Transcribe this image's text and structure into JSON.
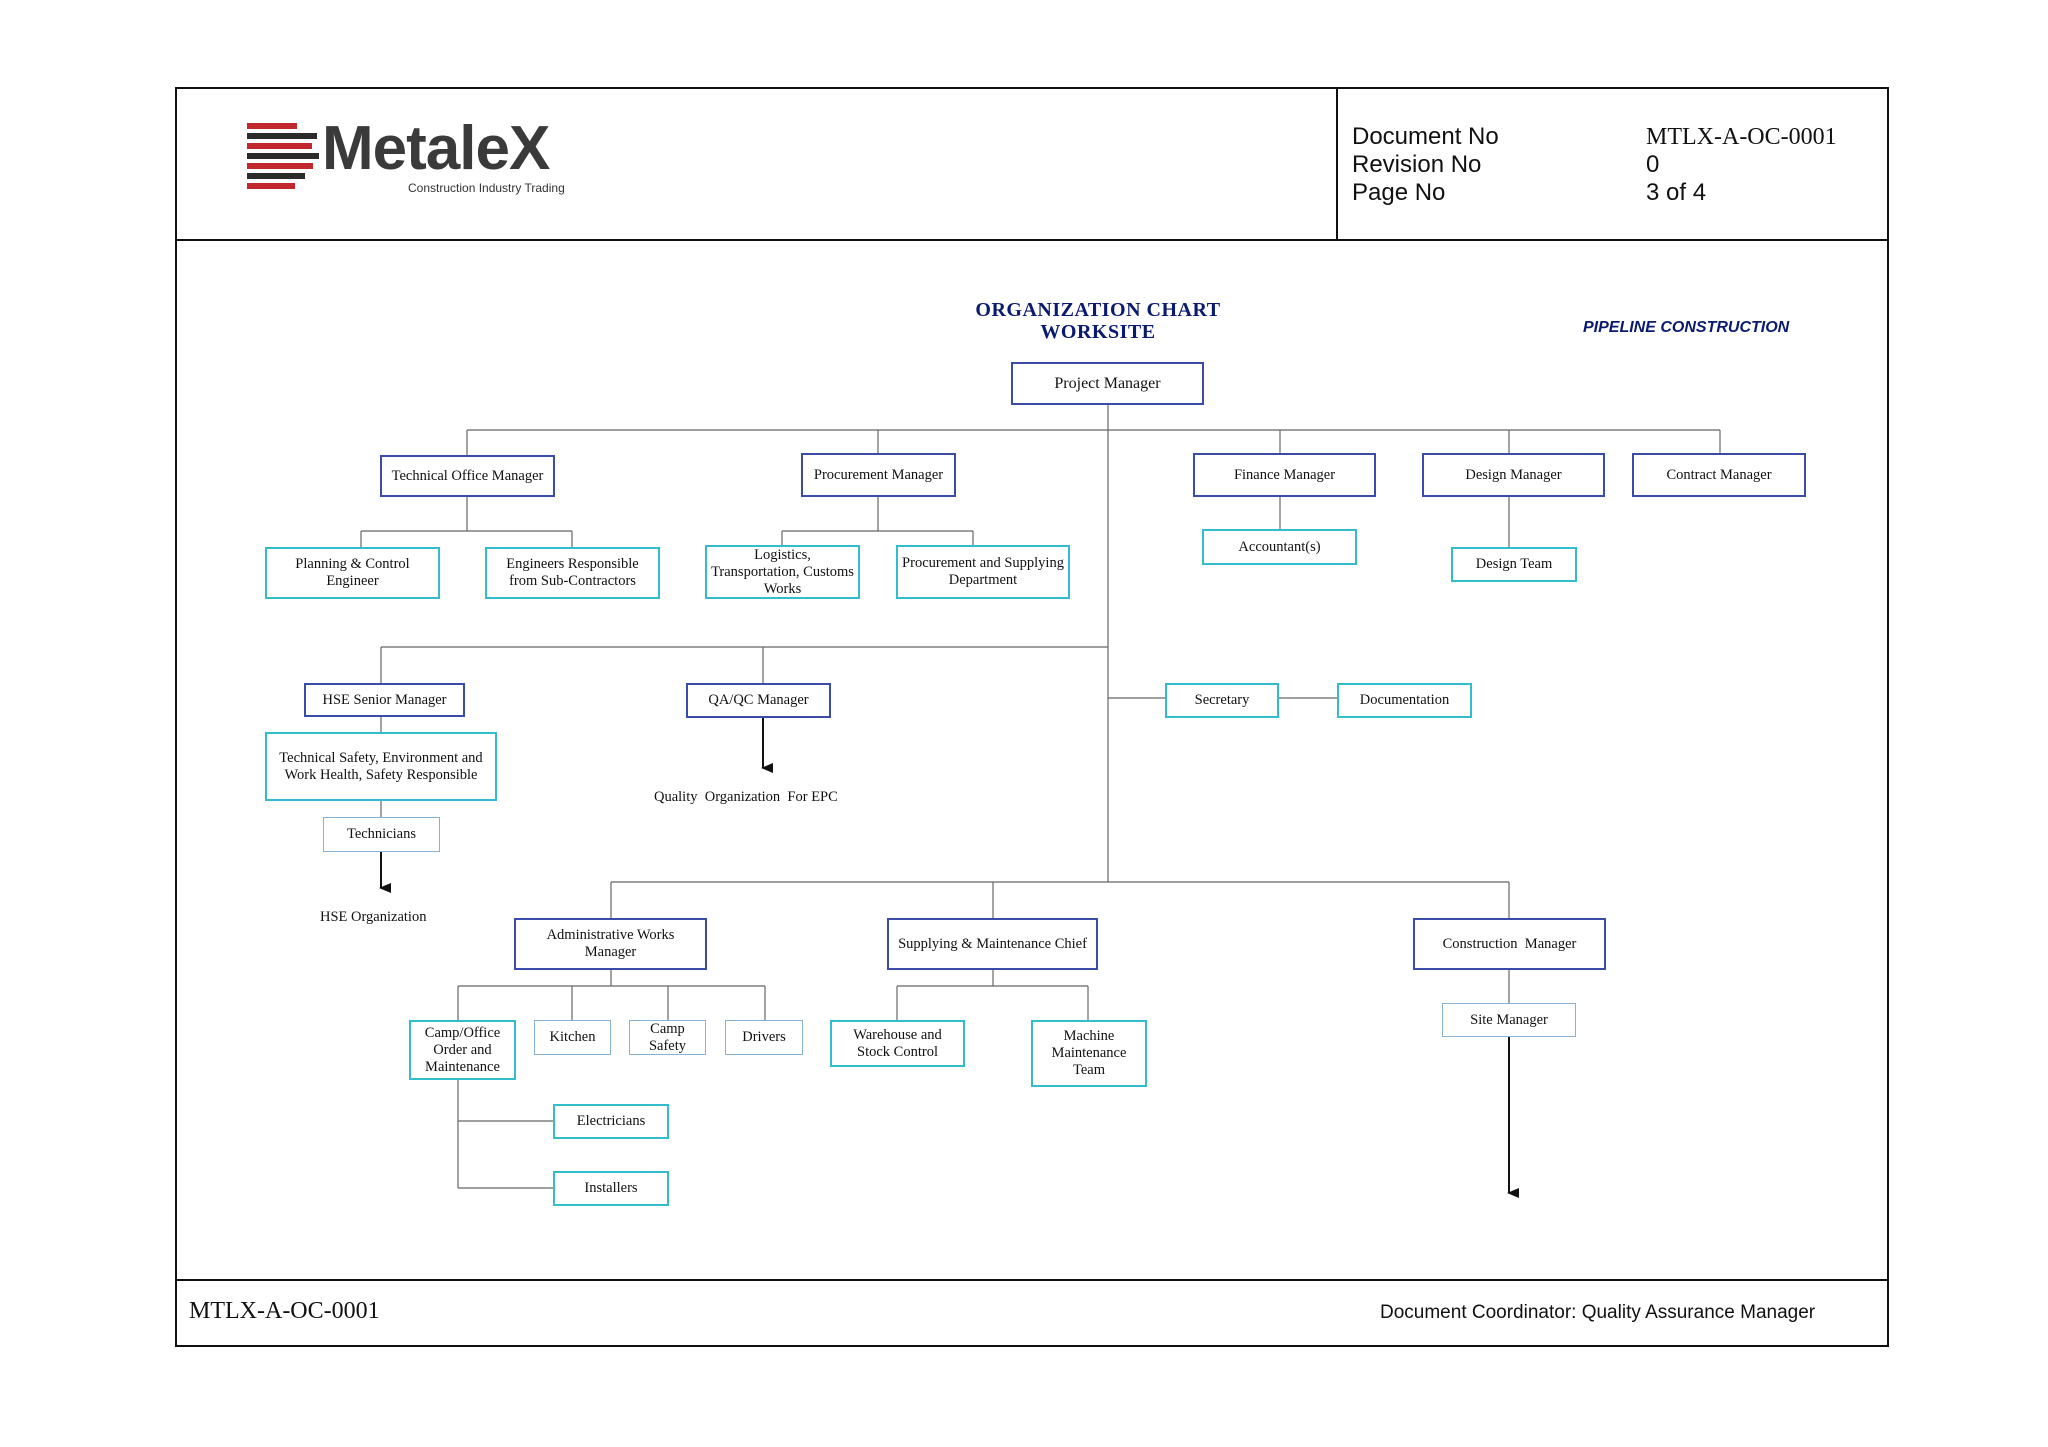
{
  "header": {
    "logo_text": "MetaleX",
    "logo_tagline": "Construction Industry Trading",
    "document_no_label": "Document No",
    "document_no_value": "MTLX-A-OC-0001",
    "revision_no_label": "Revision No",
    "revision_no_value": "0",
    "page_no_label": "Page No",
    "page_no_value": "3 of 4"
  },
  "chart": {
    "title_line1": "ORGANIZATION CHART",
    "title_line2": "WORKSITE",
    "subtitle": "PIPELINE CONSTRUCTION",
    "nodes": {
      "project_manager": "Project Manager",
      "technical_office_manager": "Technical Office Manager",
      "procurement_manager": "Procurement Manager",
      "finance_manager": "Finance Manager",
      "design_manager": "Design Manager",
      "contract_manager": "Contract Manager",
      "planning_control_engineer": "Planning & Control Engineer",
      "engineers_responsible": "Engineers Responsible from Sub-Contractors",
      "logistics": "Logistics, Transportation, Customs  Works",
      "procurement_supplying": "Procurement and Supplying Department",
      "accountants": "Accountant(s)",
      "design_team": "Design Team",
      "hse_senior_manager": "HSE Senior Manager",
      "technical_safety": "Technical Safety, Environment and Work Health, Safety Responsible",
      "technicians": "Technicians",
      "hse_organization": "HSE Organization",
      "qaqc_manager": "QA/QC Manager",
      "quality_organization": "Quality  Organization  For EPC",
      "secretary": "Secretary",
      "documentation": "Documentation",
      "administrative_works_manager": "Administrative Works Manager",
      "supplying_maintenance_chief": "Supplying  & Maintenance Chief",
      "construction_manager": "Construction  Manager",
      "site_manager": "Site Manager",
      "camp_office": "Camp/Office Order and Maintenance",
      "kitchen": "Kitchen",
      "camp_safety": "Camp Safety",
      "drivers": "Drivers",
      "warehouse": "Warehouse and Stock Control",
      "machine_maintenance": "Machine Maintenance Team",
      "electricians": "Electricians",
      "installers": "Installers"
    }
  },
  "footer": {
    "doc_code": "MTLX-A-OC-0001",
    "coordinator": "Document Coordinator: Quality Assurance Manager"
  },
  "colors": {
    "title_blue": "#0a1a6e",
    "box_dark_border": "#3a4ba8",
    "box_cyan_border": "#33bccc",
    "logo_red": "#c0282d"
  }
}
